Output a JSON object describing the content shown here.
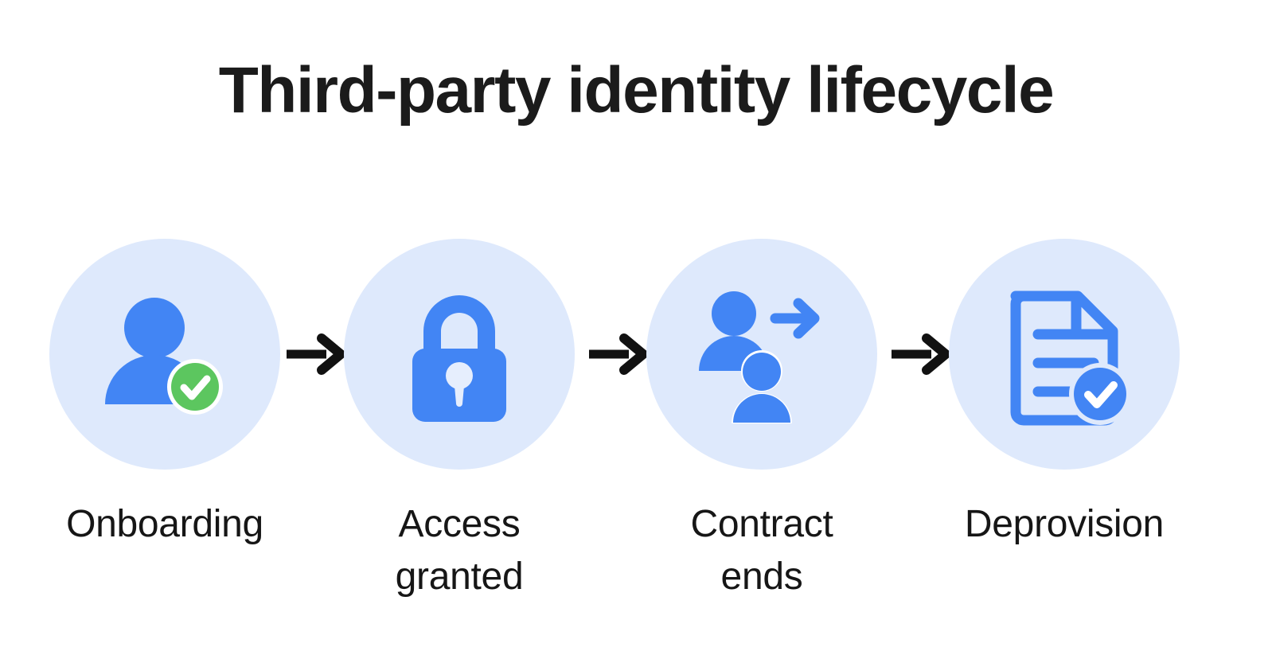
{
  "title": "Third-party identity lifecycle",
  "colors": {
    "background": "#ffffff",
    "disc": "#dee9fc",
    "icon_blue": "#4285f4",
    "badge_green": "#5cc65f",
    "arrow_black": "#111111",
    "title_text": "#1b1b1b",
    "caption_text": "#161616"
  },
  "diagram": {
    "type": "process-flow",
    "orientation": "horizontal",
    "step_count": 4,
    "connector_count": 3,
    "connector_icon": "arrow-right-icon",
    "steps": [
      {
        "index": 1,
        "icon": "user-check-icon",
        "icon_description": "person silhouette with green check badge",
        "label_lines": [
          "Onboarding"
        ],
        "label": "Onboarding"
      },
      {
        "index": 2,
        "icon": "lock-closed-icon",
        "icon_description": "closed padlock with keyhole",
        "label_lines": [
          "Access",
          "granted"
        ],
        "label": "Access granted"
      },
      {
        "index": 3,
        "icon": "users-transfer-icon",
        "icon_description": "two person silhouettes with right arrow",
        "label_lines": [
          "Contract",
          "ends"
        ],
        "label": "Contract ends"
      },
      {
        "index": 4,
        "icon": "document-check-icon",
        "icon_description": "document with text lines and blue check badge",
        "label_lines": [
          "Deprovision"
        ],
        "label": "Deprovision"
      }
    ]
  }
}
